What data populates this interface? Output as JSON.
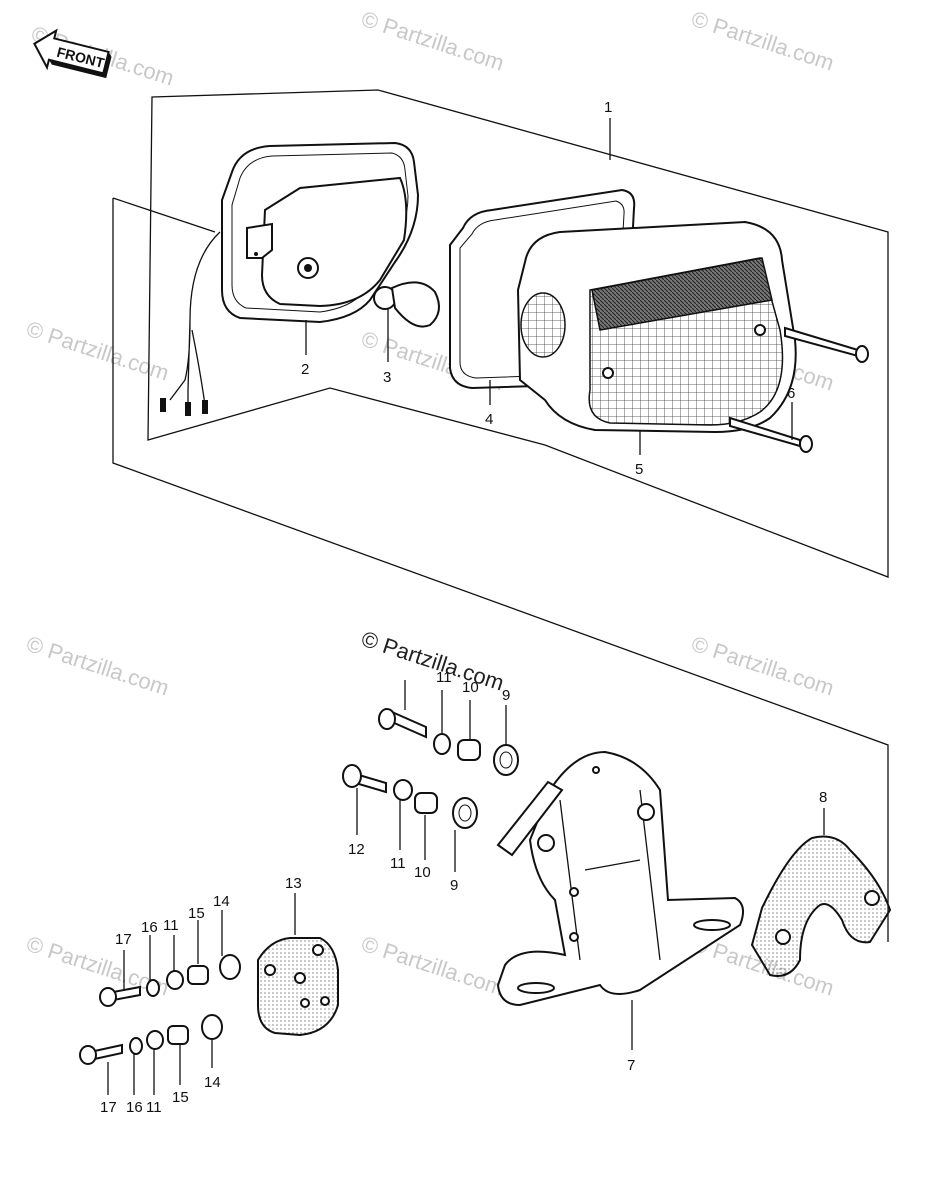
{
  "front_label": "FRONT",
  "watermarks": {
    "tiled": "© Partzilla.com",
    "center": "© Partzilla.com"
  },
  "callouts": {
    "c1": "1",
    "c2": "2",
    "c3": "3",
    "c4": "4",
    "c5": "5",
    "c6": "6",
    "c7": "7",
    "c8": "8",
    "c9a": "9",
    "c10a": "10",
    "c11a": "11",
    "c9b": "9",
    "c10b": "10",
    "c11b": "11",
    "c12": "12",
    "c13": "13",
    "c14a": "14",
    "c15a": "15",
    "c11c": "11",
    "c16a": "16",
    "c17a": "17",
    "c14b": "14",
    "c15b": "15",
    "c11d": "11",
    "c16b": "16",
    "c17b": "17"
  }
}
